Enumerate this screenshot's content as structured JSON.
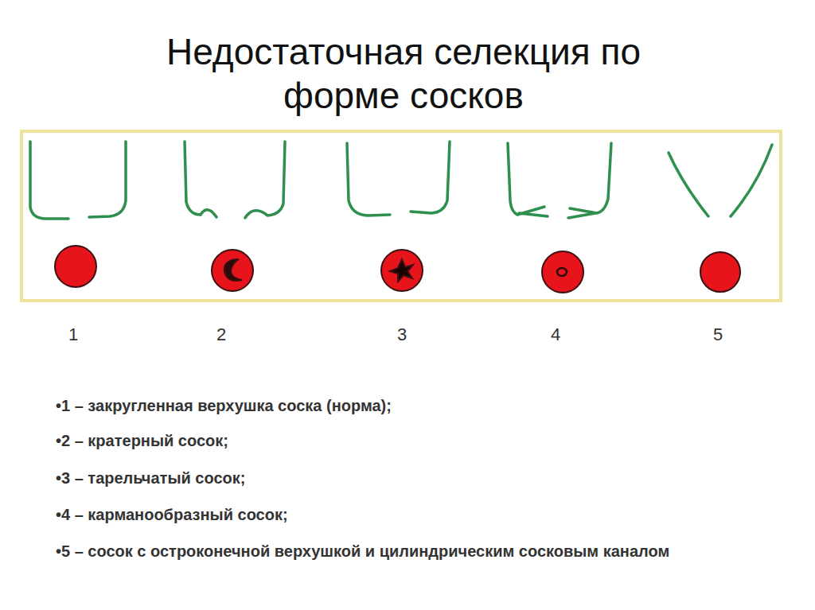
{
  "diagram": {
    "title": "Недостаточная селекция по форме сосков",
    "labels": [
      "1",
      "2",
      "3",
      "4",
      "5",
      "•1 – закругленная верхушка соска (норма);",
      "•2 – кратерный сосок;",
      "•3 – тарельчатый сосок;",
      "•4 – карманообразный сосок;",
      "•5 – сосок с остроконечной верхушкой и цилиндрическим сосковым каналом"
    ]
  }
}
